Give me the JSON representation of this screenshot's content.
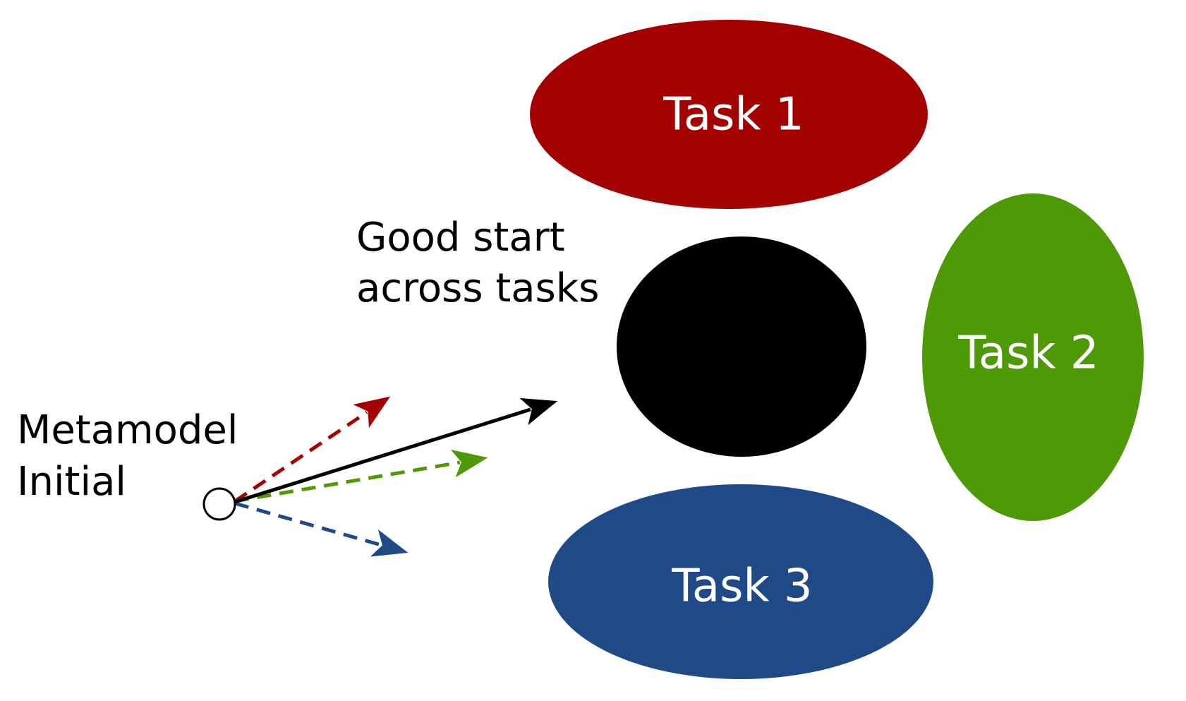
{
  "diagram": {
    "tasks": [
      {
        "id": "task-1",
        "label": "Task 1",
        "color": "#a30000",
        "text_color": "#ffffff"
      },
      {
        "id": "task-2",
        "label": "Task 2",
        "color": "#4e9a06",
        "text_color": "#ffffff"
      },
      {
        "id": "task-3",
        "label": "Task 3",
        "color": "#204a87",
        "text_color": "#ffffff"
      }
    ],
    "center_blob": {
      "color": "#000000"
    },
    "good_start_label": [
      "Good start",
      "across tasks"
    ],
    "initial_label": [
      "Metamodel",
      "Initial"
    ],
    "arrows": [
      {
        "id": "arrow-task-1",
        "style": "dashed",
        "color": "#a30000"
      },
      {
        "id": "arrow-task-2",
        "style": "dashed",
        "color": "#4e9a06"
      },
      {
        "id": "arrow-task-3",
        "style": "dashed",
        "color": "#204a87"
      },
      {
        "id": "arrow-good-start",
        "style": "solid",
        "color": "#000000"
      }
    ]
  }
}
